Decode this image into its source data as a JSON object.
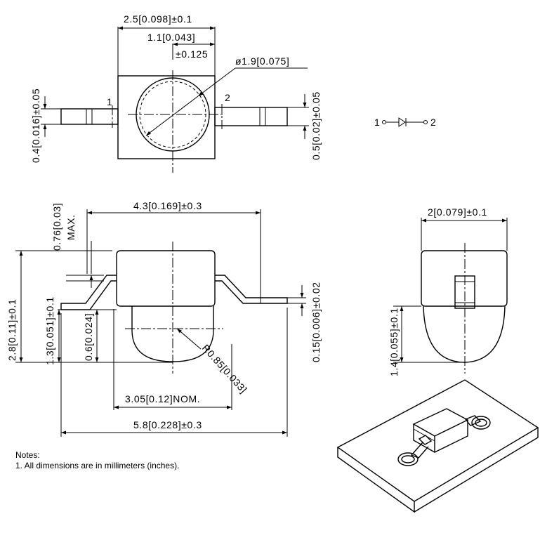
{
  "dimensions": {
    "top_width": "2.5[0.098]±0.1",
    "top_offset": "1.1[0.043]",
    "top_offset_tol": "±0.125",
    "top_diameter": "ø1.9[0.075]",
    "top_left_lead": "0.4[0.016]±0.05",
    "top_right_lead": "0.5[0.02]±0.05",
    "side_body_width": "4.3[0.169]±0.3",
    "side_lead_height": "0.76[0.03]",
    "side_max": "MAX.",
    "side_total_height": "2.8[0.11]±0.1",
    "side_height_13": "1.3[0.051]±0.1",
    "side_height_06": "0.6[0.024]",
    "side_lead_thickness": "0.15[0.006]±0.02",
    "side_radius": "R0.85[0.033]",
    "side_lens_pitch": "3.05[0.12]NOM.",
    "side_total_length": "5.8[0.228]±0.3",
    "end_width": "2[0.079]±0.1",
    "end_height": "1.4[0.055]±0.1"
  },
  "pins": {
    "top_pin1": "1",
    "top_pin2": "2",
    "schematic_pin1": "1",
    "schematic_pin2": "2"
  },
  "notes": {
    "title": "Notes:",
    "item1": "1. All dimensions are in millimeters (inches)."
  }
}
